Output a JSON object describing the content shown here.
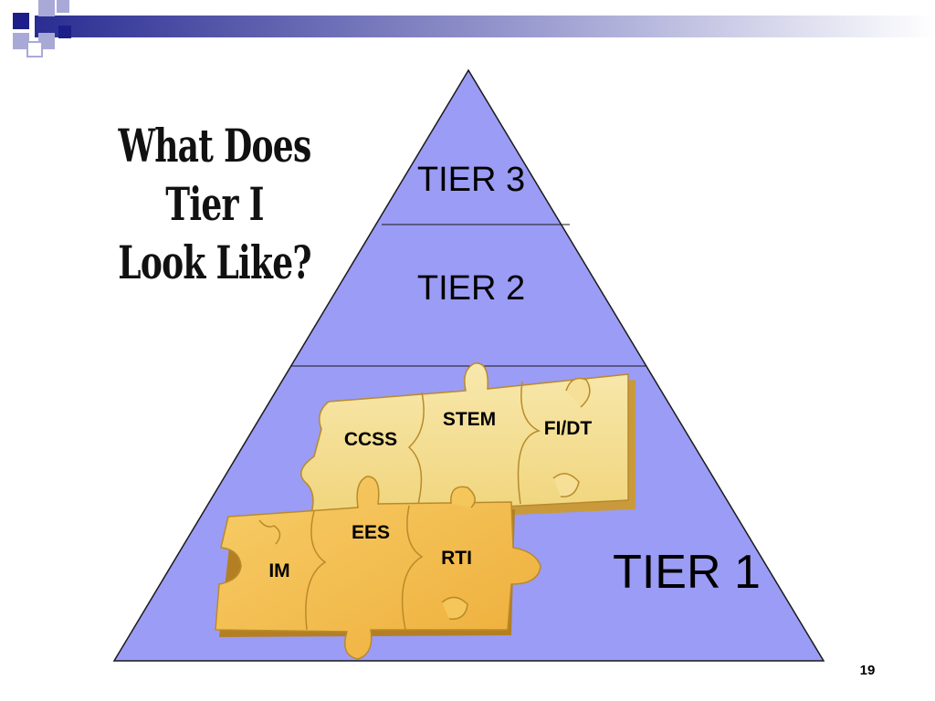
{
  "slide": {
    "title_line1": "What Does Tier I",
    "title_line2": "Look Like?",
    "page_number": "19"
  },
  "pyramid": {
    "tiers": [
      {
        "label": "TIER 3"
      },
      {
        "label": "TIER 2"
      },
      {
        "label": "TIER 1"
      }
    ],
    "colors": {
      "fill": "#9b9cf5",
      "outline": "#1a1a1a",
      "puzzle_light": "#f6df96",
      "puzzle_dark": "#f2b94a",
      "puzzle_edge": "#b98a2a"
    }
  },
  "puzzle": {
    "pieces": [
      {
        "label": "CCSS"
      },
      {
        "label": "STEM"
      },
      {
        "label": "FI/DT"
      },
      {
        "label": "IM"
      },
      {
        "label": "EES"
      },
      {
        "label": "RTI"
      }
    ]
  },
  "header_decoration": {
    "colors": {
      "navy": "#1c1f8a",
      "lavender": "#a9a9d8",
      "bar_start": "#2a2d92",
      "bar_end": "#ffffff"
    }
  }
}
